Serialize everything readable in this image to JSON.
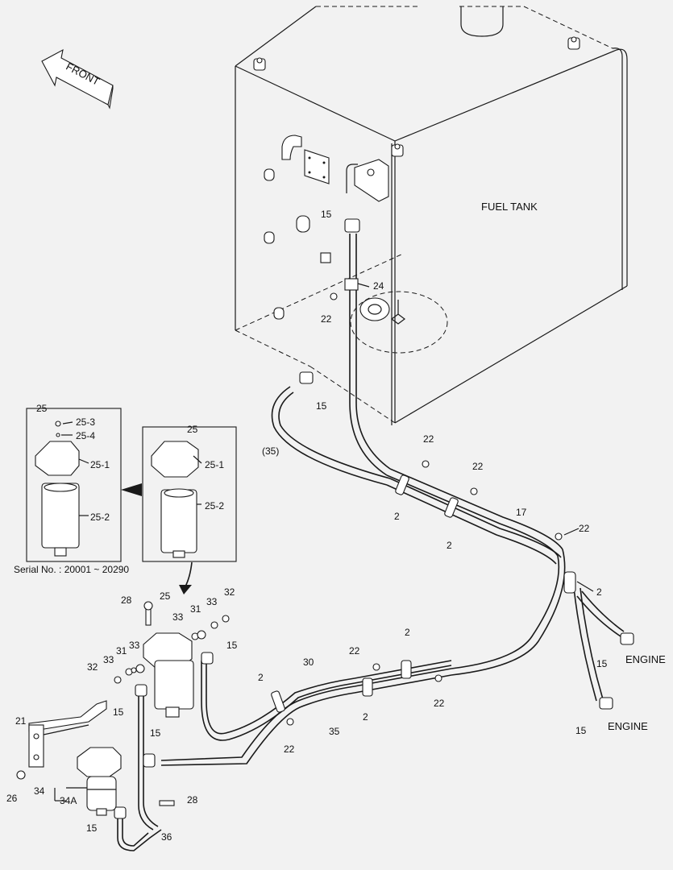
{
  "front_arrow": {
    "label": "FRONT"
  },
  "tank": {
    "label": "FUEL TANK"
  },
  "insets": {
    "left": {
      "title": "25",
      "serial": "Serial No. : 20001 ~ 20290",
      "labels": {
        "p253": "25-3",
        "p254": "25-4",
        "p251": "25-1",
        "p252": "25-2"
      }
    },
    "right": {
      "title": "25",
      "labels": {
        "p251": "25-1",
        "p252": "25-2"
      }
    }
  },
  "callouts": {
    "c15_top": "15",
    "c24": "24",
    "c22_a": "22",
    "c15_b": "15",
    "c35_paren": "(35)",
    "c22_b": "22",
    "c22_c": "22",
    "c2_a": "2",
    "c2_b": "2",
    "c17": "17",
    "c22_d": "22",
    "c2_c": "2",
    "c15_eng1": "15",
    "eng1": "ENGINE",
    "c15_eng2": "15",
    "eng2": "ENGINE",
    "c28_top": "28",
    "c25": "25",
    "c33_r": "33",
    "c32_r": "32",
    "c31_r": "31",
    "c33_r2": "33",
    "c15_mid": "15",
    "c33_l": "33",
    "c31_l": "31",
    "c33_l2": "33",
    "c32_l": "32",
    "c15_l": "15",
    "c2_d": "2",
    "c30": "30",
    "c22_e": "22",
    "c2_e": "2",
    "c22_f": "22",
    "c2_f": "2",
    "c35": "35",
    "c22_g": "22",
    "c21": "21",
    "c15_m2": "15",
    "c26": "26",
    "c34": "34",
    "c34a": "34A",
    "c28_b": "28",
    "c15_bot": "15",
    "c36": "36"
  }
}
